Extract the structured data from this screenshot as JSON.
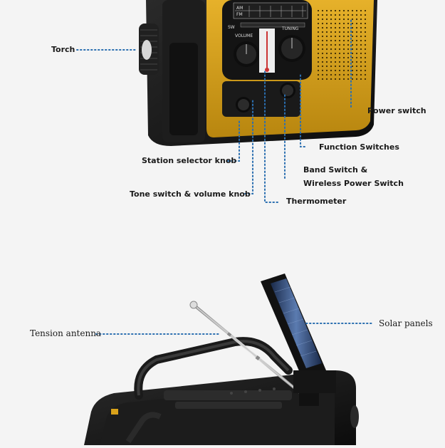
{
  "callouts": {
    "torch": "Torch",
    "power_switch": "Power switch",
    "function_switches": "Function Switches",
    "station_selector": "Station selector knob",
    "band_switch_line1": "Band Switch &",
    "band_switch_line2": "Wireless Power Switch",
    "tone_volume": "Tone switch & volume knob",
    "thermometer": "Thermometer",
    "tension_antenna": "Tension antenna",
    "solar_panels": "Solar panels"
  },
  "radio_face": {
    "band_am": "AM",
    "band_fm": "FM",
    "band_sw": "SW",
    "volume": "VOLUME",
    "tuning": "TUNING"
  },
  "colors": {
    "radio_body": "#d9a21a",
    "radio_frame": "#151515",
    "callout_dots": "#2b6fb0"
  }
}
